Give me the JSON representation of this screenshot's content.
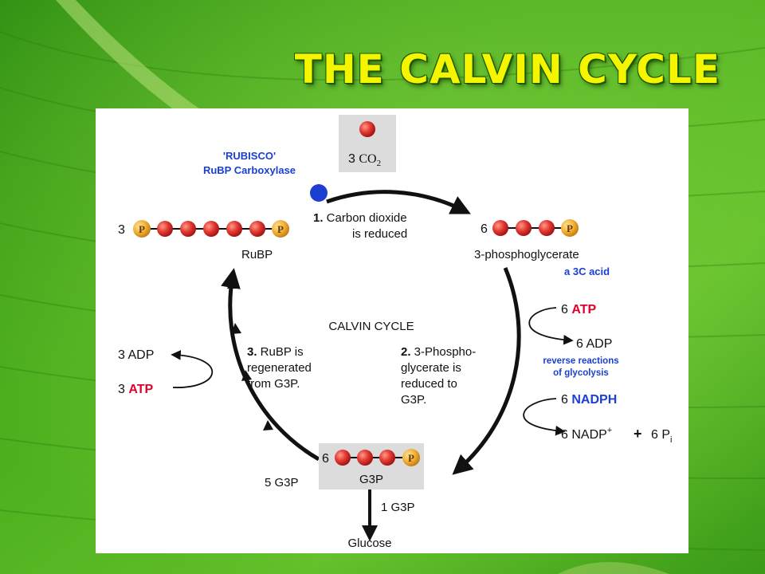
{
  "title": "The Calvin Cycle",
  "colors": {
    "title": "#f5f500",
    "atp": "#e0002a",
    "blue_label": "#1a3fd1",
    "circle": "#111111",
    "molecule": "#e23a32",
    "phosphate": "#f2b036"
  },
  "diagram": {
    "co2_count": "3",
    "co2_formula": "CO",
    "co2_sub": "2",
    "rubisco_line1": "'RUBISCO'",
    "rubisco_line2": "RuBP Carboxylase",
    "step1_num": "1.",
    "step1_line1": " Carbon dioxide",
    "step1_line2": "is reduced",
    "rubp_count": "3",
    "rubp_label": "RuBP",
    "pga_count": "6",
    "pga_label": "3-phosphoglycerate",
    "pga_note": "a 3C acid",
    "center_label": "CALVIN CYCLE",
    "right_atp_count": "6",
    "right_atp": "ATP",
    "right_adp": "6 ADP",
    "glycolysis_line1": "reverse reactions",
    "glycolysis_line2": "of glycolysis",
    "nadph_count": "6",
    "nadph": "NADPH",
    "nadp": "6 NADP",
    "nadp_sup": "+",
    "plus": "+",
    "pi": "6 P",
    "pi_sub": "i",
    "step2_num": "2.",
    "step2_line1": " 3-Phospho-",
    "step2_line2": "glycerate is",
    "step2_line3": "reduced to",
    "step2_line4": "G3P.",
    "step3_num": "3.",
    "step3_line1": " RuBP is",
    "step3_line2": "regenerated",
    "step3_line3": "from G3P.",
    "left_adp": "3 ADP",
    "left_atp_count": "3",
    "left_atp": "ATP",
    "g3p_count": "6",
    "g3p_label": "G3P",
    "five_g3p": "5 G3P",
    "one_g3p": "1 G3P",
    "glucose": "Glucose",
    "phosphate_symbol": "P"
  }
}
